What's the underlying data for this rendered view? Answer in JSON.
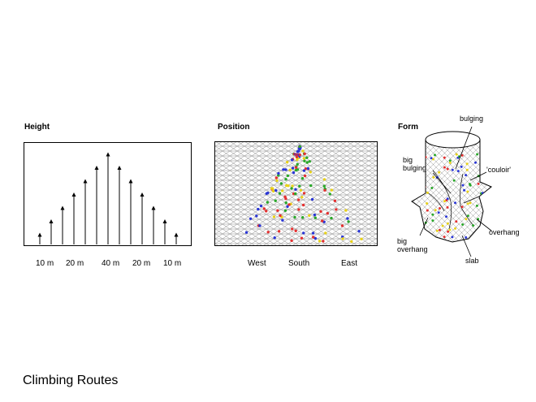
{
  "panels": {
    "height": {
      "title": "Height",
      "axis_labels": [
        "10 m",
        "20 m",
        "40 m",
        "20 m",
        "10 m"
      ],
      "chart_data": {
        "type": "bar",
        "description_visible": "arrow heights symmetric",
        "values": [
          1,
          2,
          3,
          4,
          5,
          6,
          7,
          6,
          5,
          4,
          3,
          2,
          1
        ]
      }
    },
    "position": {
      "title": "Position",
      "axis_labels": [
        "West",
        "South",
        "East"
      ]
    },
    "form": {
      "title": "Form",
      "labels": {
        "bulging": "bulging",
        "couloir": "'couloir'",
        "big_bulging": "big bulging",
        "overhang": "overhang",
        "big_overhang": "big overhang",
        "slab": "slab"
      }
    }
  },
  "footer": {
    "title": "Climbing Routes"
  },
  "colors": {
    "dot_palette": [
      "#e53030",
      "#2a36d6",
      "#2aa82a",
      "#e8d21a"
    ]
  }
}
